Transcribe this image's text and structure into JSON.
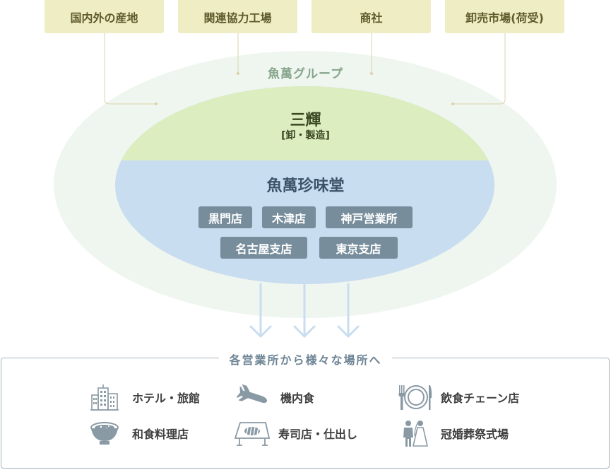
{
  "sources": [
    "国内外の産地",
    "関連協力工場",
    "商社",
    "卸売市場(荷受)"
  ],
  "group": {
    "label": "魚萬グループ"
  },
  "sanki": {
    "title": "三輝",
    "subtitle": "[卸・製造]"
  },
  "chinmido": {
    "title": "魚萬珍味堂",
    "branches_row1": [
      "黒門店",
      "木津店",
      "神戸営業所"
    ],
    "branches_row2": [
      "名古屋支店",
      "東京支店"
    ]
  },
  "destinations": {
    "title": "各営業所から様々な場所へ",
    "items": [
      {
        "label": "ホテル・旅館",
        "icon": "hotel-building-icon"
      },
      {
        "label": "機内食",
        "icon": "airplane-icon"
      },
      {
        "label": "飲食チェーン店",
        "icon": "fork-plate-knife-icon"
      },
      {
        "label": "和食料理店",
        "icon": "soup-bowl-icon"
      },
      {
        "label": "寿司店・仕出し",
        "icon": "sushi-geta-icon"
      },
      {
        "label": "冠婚葬祭式場",
        "icon": "wedding-couple-icon"
      }
    ]
  },
  "colors": {
    "source_box": "#efedc4",
    "group_bg": "#eff6ef",
    "sanki_bg": "#dcedc0",
    "chinmido_bg": "#c8ddf0",
    "branch_bg": "#778d9c",
    "icon": "#8a9aa5"
  }
}
